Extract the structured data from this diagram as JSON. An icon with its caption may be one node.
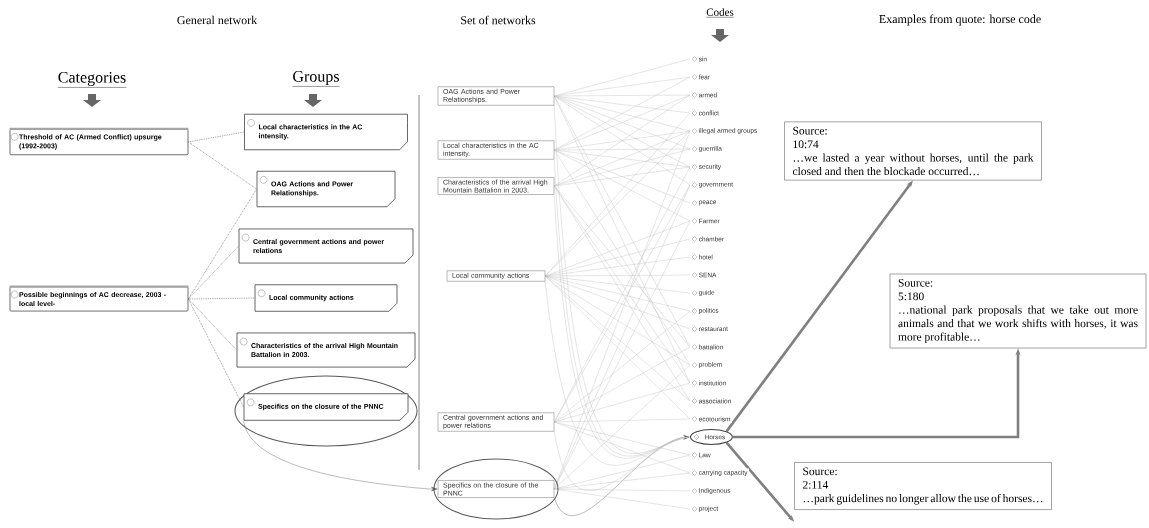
{
  "diagram": {
    "nodes": [
      {
        "text": [
          "Threshold of AC (Armed Conflict) upsurge (1992-2003)"
        ]
      },
      {
        "text": [
          "Possible beginnings of AC decrease, 2003 -local level-"
        ]
      },
      {
        "text": [
          "Local characteristics in the AC intensity."
        ]
      },
      {
        "text": [
          "OAG Actions and Power Relationships."
        ]
      },
      {
        "text": [
          "Central government actions and power relations"
        ]
      },
      {
        "text": [
          "Local community actions"
        ]
      },
      {
        "text": [
          "Characteristics of the arrival High Mountain Battalion in 2003."
        ]
      },
      {
        "text": [
          "Specifics on the closure of the PNNC"
        ]
      },
      {
        "text": [
          "OAG Actions and Power Relationships."
        ]
      },
      {
        "text": [
          "Local characteristics in the AC intensity."
        ]
      },
      {
        "text": [
          "Characteristics of the arrival High Mountain Battalion in 2003."
        ]
      },
      {
        "text": [
          "Local community actions"
        ]
      },
      {
        "text": [
          "Central government actions and power relations"
        ]
      },
      {
        "text": [
          "Specifics on the closure of the PNNC"
        ]
      },
      {
        "text": [
          "sin"
        ]
      },
      {
        "text": [
          "fear"
        ]
      },
      {
        "text": [
          "armed"
        ]
      },
      {
        "text": [
          "conflict"
        ]
      },
      {
        "text": [
          "illegal armed groups"
        ]
      },
      {
        "text": [
          "guerrilla"
        ]
      },
      {
        "text": [
          "security"
        ]
      },
      {
        "text": [
          "government"
        ]
      },
      {
        "text": [
          "peace"
        ]
      },
      {
        "text": [
          "Farmer"
        ]
      },
      {
        "text": [
          "chamber"
        ]
      },
      {
        "text": [
          "hotel"
        ]
      },
      {
        "text": [
          "SENA"
        ]
      },
      {
        "text": [
          "guide"
        ]
      },
      {
        "text": [
          "politics"
        ]
      },
      {
        "text": [
          "restaurant"
        ]
      },
      {
        "text": [
          "battalion"
        ]
      },
      {
        "text": [
          "problem"
        ]
      },
      {
        "text": [
          "institution"
        ]
      },
      {
        "text": [
          "association"
        ]
      },
      {
        "text": [
          "ecotourism"
        ]
      },
      {
        "text": [
          "Horses"
        ]
      },
      {
        "text": [
          "Law"
        ]
      },
      {
        "text": [
          "carrying capacity"
        ]
      },
      {
        "text": [
          "Indigenous"
        ]
      },
      {
        "text": [
          "project"
        ]
      },
      {
        "text": [
          "Source:",
          "10:74",
          "…we lasted a year without horses, until the park closed and then the blockade occurred…"
        ]
      },
      {
        "text": [
          "Source:",
          "5:180",
          "…national park proposals that we take out more animals and that we work shifts with horses, it was more profitable…"
        ]
      },
      {
        "text": [
          "Source:",
          "2:114",
          "…park guidelines no longer allow the use of horses…"
        ]
      }
    ],
    "edges": [
      {
        "from": 0,
        "to": 2,
        "arrow": "none",
        "style": "dashed",
        "color": "#777777"
      },
      {
        "from": 0,
        "to": 3,
        "arrow": "none",
        "style": "dashed",
        "color": "#777777"
      },
      {
        "from": 1,
        "to": 3,
        "arrow": "none",
        "style": "dashed",
        "color": "#777777"
      },
      {
        "from": 1,
        "to": 4,
        "arrow": "none",
        "style": "dashed",
        "color": "#777777"
      },
      {
        "from": 1,
        "to": 5,
        "arrow": "none",
        "style": "dashed",
        "color": "#777777"
      },
      {
        "from": 1,
        "to": 6,
        "arrow": "none",
        "style": "dashed",
        "color": "#777777"
      },
      {
        "from": 1,
        "to": 7,
        "arrow": "none",
        "style": "dashed",
        "color": "#777777"
      },
      {
        "from": 7,
        "to": 13,
        "arrow": "to",
        "color": "#555555"
      },
      {
        "from": 13,
        "to": 35,
        "arrow": "to",
        "color": "#555555"
      },
      {
        "from": 35,
        "to": 40,
        "arrow": "to",
        "style": "thick",
        "color": "#808080"
      },
      {
        "from": 35,
        "to": 41,
        "arrow": "to",
        "style": "thick",
        "color": "#808080"
      },
      {
        "from": 35,
        "to": 42,
        "arrow": "to",
        "style": "thick",
        "color": "#808080"
      },
      {
        "from": 8,
        "to": 14,
        "arrow": "none"
      },
      {
        "from": 8,
        "to": 15,
        "arrow": "none"
      },
      {
        "from": 8,
        "to": 16,
        "arrow": "none"
      },
      {
        "from": 8,
        "to": 17,
        "arrow": "none"
      },
      {
        "from": 8,
        "to": 18,
        "arrow": "none"
      },
      {
        "from": 8,
        "to": 19,
        "arrow": "none"
      },
      {
        "from": 8,
        "to": 20,
        "arrow": "none"
      },
      {
        "from": 8,
        "to": 21,
        "arrow": "none"
      },
      {
        "from": 8,
        "to": 30,
        "arrow": "none"
      },
      {
        "from": 8,
        "to": 32,
        "arrow": "none"
      },
      {
        "from": 8,
        "to": 35,
        "arrow": "none"
      },
      {
        "from": 9,
        "to": 15,
        "arrow": "none"
      },
      {
        "from": 9,
        "to": 16,
        "arrow": "none"
      },
      {
        "from": 9,
        "to": 18,
        "arrow": "none"
      },
      {
        "from": 9,
        "to": 19,
        "arrow": "none"
      },
      {
        "from": 9,
        "to": 20,
        "arrow": "none"
      },
      {
        "from": 9,
        "to": 22,
        "arrow": "none"
      },
      {
        "from": 9,
        "to": 23,
        "arrow": "none"
      },
      {
        "from": 9,
        "to": 31,
        "arrow": "none"
      },
      {
        "from": 9,
        "to": 35,
        "arrow": "none"
      },
      {
        "from": 10,
        "to": 16,
        "arrow": "none"
      },
      {
        "from": 10,
        "to": 18,
        "arrow": "none"
      },
      {
        "from": 10,
        "to": 19,
        "arrow": "none"
      },
      {
        "from": 10,
        "to": 20,
        "arrow": "none"
      },
      {
        "from": 10,
        "to": 30,
        "arrow": "none"
      },
      {
        "from": 10,
        "to": 32,
        "arrow": "none"
      },
      {
        "from": 10,
        "to": 33,
        "arrow": "none"
      },
      {
        "from": 10,
        "to": 35,
        "arrow": "none"
      },
      {
        "from": 11,
        "to": 17,
        "arrow": "none"
      },
      {
        "from": 11,
        "to": 18,
        "arrow": "none"
      },
      {
        "from": 11,
        "to": 23,
        "arrow": "none"
      },
      {
        "from": 11,
        "to": 24,
        "arrow": "none"
      },
      {
        "from": 11,
        "to": 25,
        "arrow": "none"
      },
      {
        "from": 11,
        "to": 26,
        "arrow": "none"
      },
      {
        "from": 11,
        "to": 27,
        "arrow": "none"
      },
      {
        "from": 11,
        "to": 28,
        "arrow": "none"
      },
      {
        "from": 11,
        "to": 29,
        "arrow": "none"
      },
      {
        "from": 11,
        "to": 31,
        "arrow": "none"
      },
      {
        "from": 11,
        "to": 33,
        "arrow": "none"
      },
      {
        "from": 11,
        "to": 34,
        "arrow": "none"
      },
      {
        "from": 11,
        "to": 35,
        "arrow": "none"
      },
      {
        "from": 12,
        "to": 20,
        "arrow": "none"
      },
      {
        "from": 12,
        "to": 21,
        "arrow": "none"
      },
      {
        "from": 12,
        "to": 28,
        "arrow": "none"
      },
      {
        "from": 12,
        "to": 30,
        "arrow": "none"
      },
      {
        "from": 12,
        "to": 32,
        "arrow": "none"
      },
      {
        "from": 12,
        "to": 34,
        "arrow": "none"
      },
      {
        "from": 12,
        "to": 35,
        "arrow": "none"
      },
      {
        "from": 12,
        "to": 36,
        "arrow": "none"
      },
      {
        "from": 12,
        "to": 37,
        "arrow": "none"
      },
      {
        "from": 13,
        "to": 18,
        "arrow": "none"
      },
      {
        "from": 13,
        "to": 21,
        "arrow": "none"
      },
      {
        "from": 13,
        "to": 23,
        "arrow": "none"
      },
      {
        "from": 13,
        "to": 31,
        "arrow": "none"
      },
      {
        "from": 13,
        "to": 36,
        "arrow": "none"
      },
      {
        "from": 13,
        "to": 37,
        "arrow": "none"
      },
      {
        "from": 13,
        "to": 38,
        "arrow": "none"
      },
      {
        "from": 13,
        "to": 39,
        "arrow": "none"
      }
    ],
    "labels": [
      "General network",
      "Set of networks",
      "Codes",
      "Examples from quote: horse code",
      "Categories",
      "Groups"
    ]
  }
}
